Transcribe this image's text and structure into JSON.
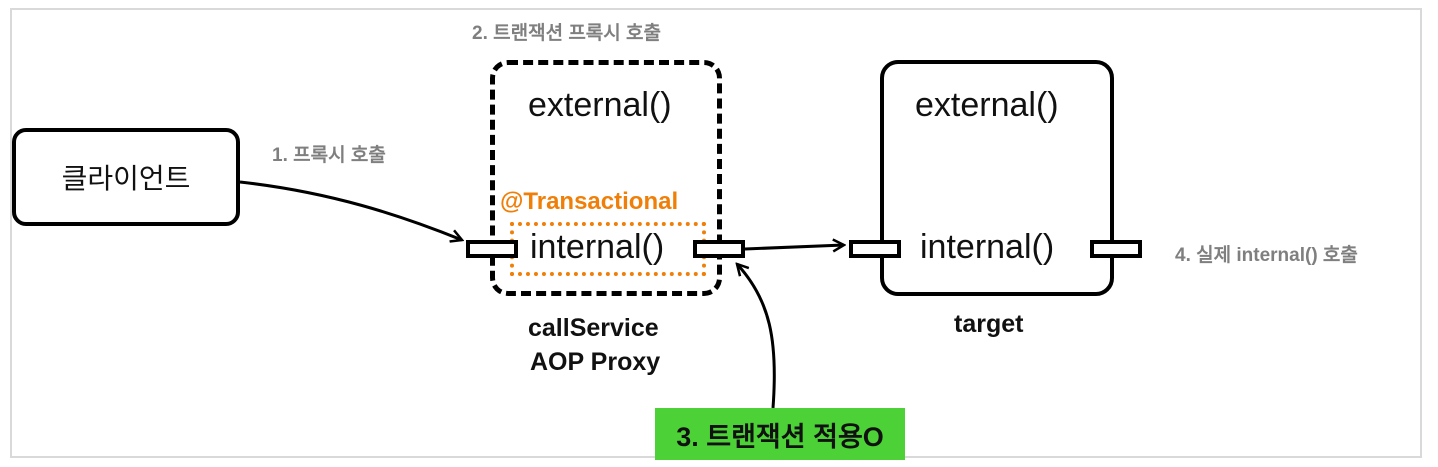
{
  "client": {
    "label": "클라이언트"
  },
  "steps": {
    "step1": "1. 프록시 호출",
    "step2": "2. 트랜잭션 프록시 호출",
    "step3": "3. 트랜잭션 적용O",
    "step4": "4. 실제 internal() 호출"
  },
  "proxy": {
    "external": "external()",
    "annotation": "@Transactional",
    "internal": "internal()",
    "name_line1": "callService",
    "name_line2": "AOP Proxy"
  },
  "target": {
    "external": "external()",
    "internal": "internal()",
    "name": "target"
  },
  "colors": {
    "annotation": "#f07f09",
    "highlight": "#4cd137",
    "step_text": "#7f7f7f"
  }
}
